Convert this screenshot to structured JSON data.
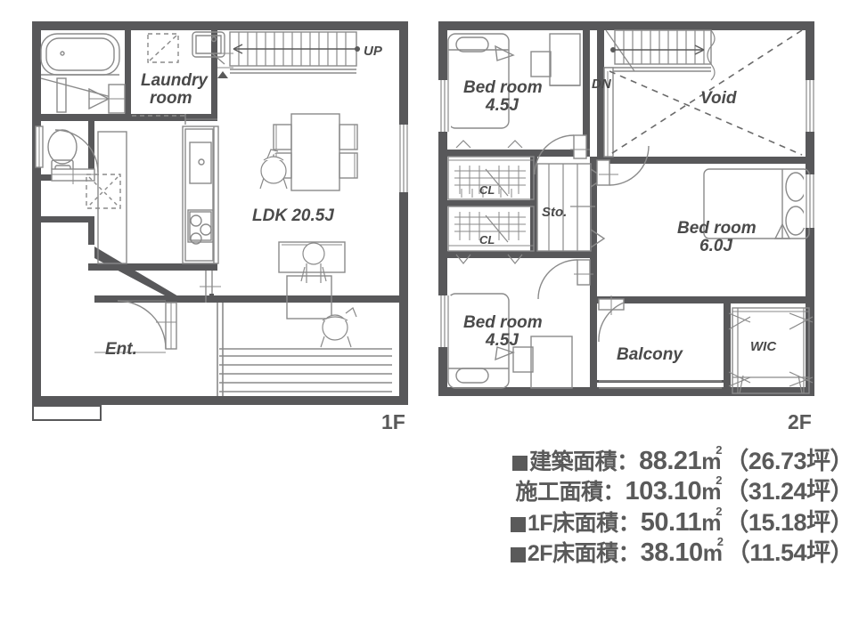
{
  "floors": {
    "first": {
      "tag": "1F",
      "rooms": [
        {
          "name": "laundry-room",
          "label_line1": "Laundry",
          "label_line2": "room"
        },
        {
          "name": "ldk",
          "label": "LDK 20.5J"
        },
        {
          "name": "entrance",
          "label": "Ent."
        },
        {
          "name": "stair-up",
          "label": "UP"
        }
      ]
    },
    "second": {
      "tag": "2F",
      "rooms": [
        {
          "name": "bedroom-top-left",
          "label_line1": "Bed room",
          "label_line2": "4.5J"
        },
        {
          "name": "bedroom-bottom-left",
          "label_line1": "Bed room",
          "label_line2": "4.5J"
        },
        {
          "name": "bedroom-right",
          "label_line1": "Bed room",
          "label_line2": "6.0J"
        },
        {
          "name": "void",
          "label": "Void"
        },
        {
          "name": "stair-down",
          "label": "DN"
        },
        {
          "name": "closet-upper",
          "label": "CL"
        },
        {
          "name": "closet-lower",
          "label": "CL"
        },
        {
          "name": "storage",
          "label": "Sto."
        },
        {
          "name": "balcony",
          "label": "Balcony"
        },
        {
          "name": "walk-in-closet",
          "label": "WIC"
        }
      ]
    }
  },
  "areas": [
    {
      "bullet": true,
      "name": "建築面積",
      "colon": "：",
      "value": "88.21",
      "unit": "m",
      "sup": "2",
      "tsubo": "（26.73坪）"
    },
    {
      "bullet": false,
      "name": "施工面積",
      "colon": "：",
      "value": "103.10",
      "unit": "m",
      "sup": "2",
      "tsubo": "（31.24坪）"
    },
    {
      "bullet": true,
      "name": "1F床面積",
      "colon": "：",
      "value": "50.11",
      "unit": "m",
      "sup": "2",
      "tsubo": "（15.18坪）"
    },
    {
      "bullet": true,
      "name": "2F床面積",
      "colon": "：",
      "value": "38.10",
      "unit": "m",
      "sup": "2",
      "tsubo": "（11.54坪）"
    }
  ],
  "colors": {
    "wall": "#58585a",
    "line": "#7d7d7d",
    "text": "#5a5a5a",
    "background": "#ffffff"
  }
}
